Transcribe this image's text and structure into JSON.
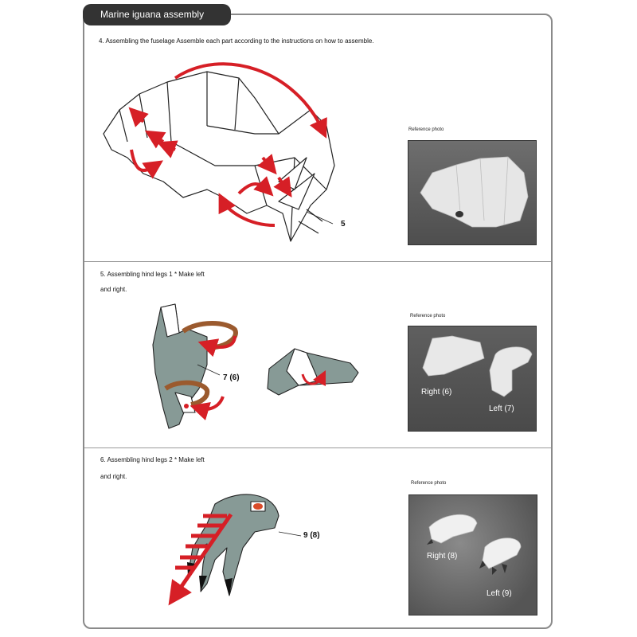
{
  "header": {
    "title": "Marine iguana assembly"
  },
  "steps": [
    {
      "instruction": "4. Assembling the fuselage Assemble each part according to the instructions on how to assemble.",
      "callouts": [
        "5"
      ],
      "reference": {
        "label": "Reference photo",
        "captions": []
      }
    },
    {
      "instruction_line1": "5. Assembling hind legs 1 * Make left",
      "instruction_line2": "and right.",
      "callouts": [
        "7 (6)"
      ],
      "reference": {
        "label": "Reference photo",
        "captions": [
          "Right (6)",
          "Left (7)"
        ]
      }
    },
    {
      "instruction_line1": "6. Assembling hind legs 2 * Make left",
      "instruction_line2": "and right.",
      "callouts": [
        "9 (8)"
      ],
      "reference": {
        "label": "Reference photo",
        "captions": [
          "Right (8)",
          "Left (9)"
        ]
      }
    }
  ],
  "colors": {
    "frame": "#8a8a8a",
    "title_tab": "#333333",
    "arrow_red": "#d61f26",
    "part_gray": "#879a96",
    "strap_brown": "#9b5a2e",
    "photo_bg": "#555555"
  }
}
